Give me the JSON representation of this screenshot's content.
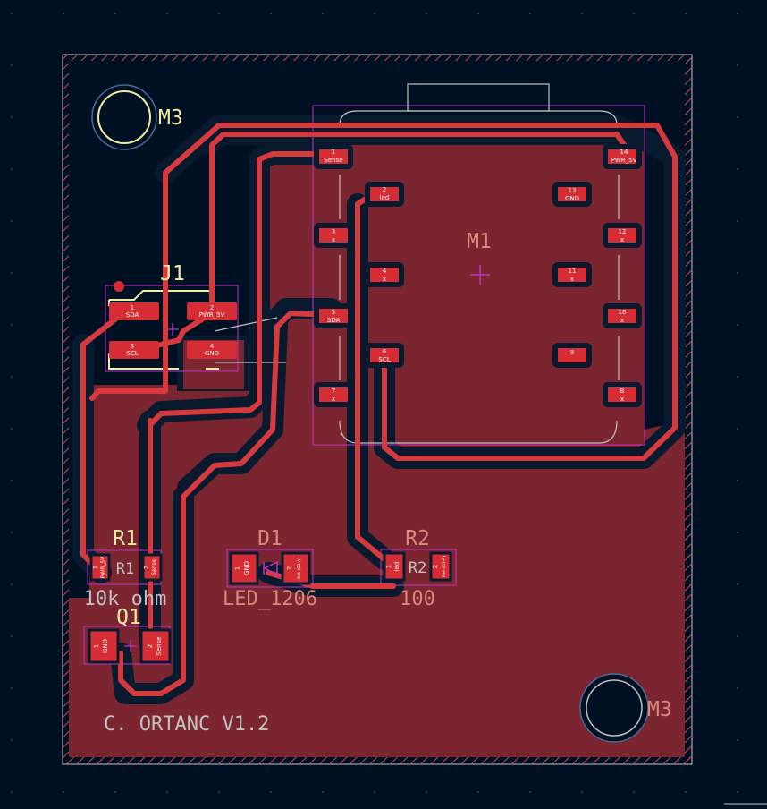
{
  "colors": {
    "background": "#001023",
    "copper_pour": "#7a2530",
    "trace": "#d63a3f",
    "pad": "#d62d35",
    "clearance": "#0a1a2e",
    "silk_yellow": "#f2eda1",
    "silk_back": "#d98a7a",
    "courtyard": "#c232c2",
    "edge_cuts": "#c84a52",
    "drawing_gray": "#c2c2c2"
  },
  "labels": {
    "m3_top": "M3",
    "m3_bottom": "M3",
    "m1": "M1",
    "j1": "J1",
    "r1": "R1",
    "r1_value": "10k ohm",
    "r1_fab": "R1",
    "q1": "Q1",
    "d1": "D1",
    "d1_value": "LED_1206",
    "r2": "R2",
    "r2_value": "100",
    "r2_fab": "R2",
    "board_text": "C. ORTANC V1.2"
  },
  "pads": {
    "m1_1": {
      "num": "1",
      "net": "Sense"
    },
    "m1_2": {
      "num": "2",
      "net": "led"
    },
    "m1_3": {
      "num": "3",
      "net": "x"
    },
    "m1_4": {
      "num": "4",
      "net": "x"
    },
    "m1_5": {
      "num": "5",
      "net": "SDA"
    },
    "m1_6": {
      "num": "6",
      "net": "SCL"
    },
    "m1_7": {
      "num": "7",
      "net": "x"
    },
    "m1_8": {
      "num": "8",
      "net": "x"
    },
    "m1_9": {
      "num": "9",
      "net": ""
    },
    "m1_10": {
      "num": "10",
      "net": "x"
    },
    "m1_11": {
      "num": "11",
      "net": "x"
    },
    "m1_12": {
      "num": "12",
      "net": "x"
    },
    "m1_13": {
      "num": "13",
      "net": "GND"
    },
    "m1_14": {
      "num": "14",
      "net": "PWR_5V"
    },
    "j1_1": {
      "num": "1",
      "net": "SDA"
    },
    "j1_2": {
      "num": "2",
      "net": "PWR_5V"
    },
    "j1_3": {
      "num": "3",
      "net": "SCL"
    },
    "j1_4": {
      "num": "4",
      "net": "GND"
    },
    "r1_1": {
      "num": "1",
      "net": "PWR_5V"
    },
    "r1_2": {
      "num": "2",
      "net": "Sense"
    },
    "q1_1": {
      "num": "1",
      "net": "GND"
    },
    "q1_2": {
      "num": "2",
      "net": "Sense"
    },
    "d1_1": {
      "num": "1",
      "net": "GND"
    },
    "d1_2": {
      "num": "2",
      "net": "Net-(D1-A)"
    },
    "r2_1": {
      "num": "1",
      "net": "led"
    },
    "r2_2": {
      "num": "2",
      "net": "Net-(D1-A)"
    }
  }
}
